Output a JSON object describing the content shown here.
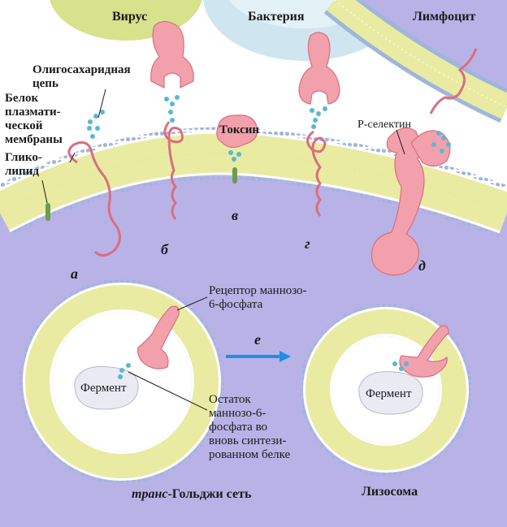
{
  "labels": {
    "virus": "Вирус",
    "bacteria": "Бактерия",
    "lymphocyte": "Лимфоцит",
    "oligosaccharide_l1": "Олигосахаридная",
    "oligosaccharide_l2": "цепь",
    "membrane_protein_l1": "Белок",
    "membrane_protein_l2": "плазмати-",
    "membrane_protein_l3": "ческой",
    "membrane_protein_l4": "мембраны",
    "glycolipid_l1": "Глико-",
    "glycolipid_l2": "липид",
    "toxin": "Токсин",
    "p_selectin": "Р-селектин",
    "letter_a": "а",
    "letter_b": "б",
    "letter_v": "в",
    "letter_g": "г",
    "letter_d": "д",
    "letter_e": "е",
    "m6p_receptor_l1": "Рецептор маннозо-",
    "m6p_receptor_l2": "6-фосфата",
    "enzyme_left": "Фермент",
    "enzyme_right": "Фермент",
    "m6p_residue_l1": "Остаток",
    "m6p_residue_l2": "маннозо-6-",
    "m6p_residue_l3": "фосфата во",
    "m6p_residue_l4": "вновь синтези-",
    "m6p_residue_l5": "рованном белке",
    "trans_golgi_italic": "транс",
    "trans_golgi_rest": "-Гольджи сеть",
    "lysosome": "Лизосома"
  },
  "colors": {
    "cytoplasm": "#b9b2e6",
    "membrane_core": "#e9eba2",
    "lipid_head": "#9fb6dc",
    "protein": "#f2a0ab",
    "protein_edge": "#d86f80",
    "sugar": "#58b8d6",
    "virus": "#d6e28c",
    "bacteria": "#cfe6f1",
    "enzyme": "#eaeaf3",
    "arrow": "#1e8fe6",
    "glycolipid": "#6f9a52"
  }
}
